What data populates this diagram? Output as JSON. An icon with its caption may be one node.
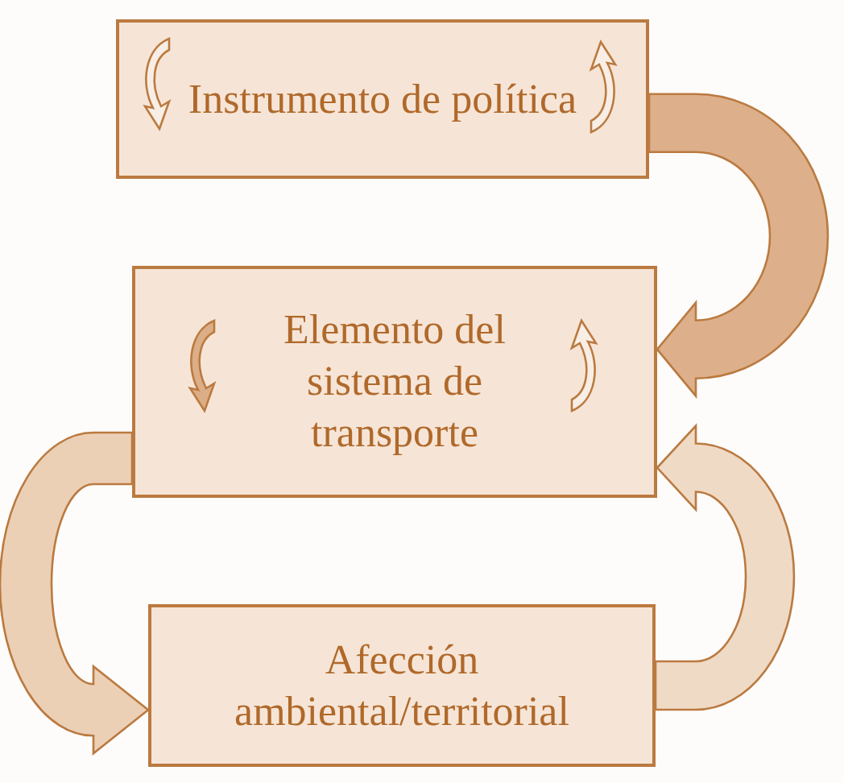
{
  "diagram": {
    "nodes": [
      {
        "text": [
          "Instrumento de política"
        ]
      },
      {
        "text": [
          "Elemento del sistema de transporte"
        ]
      },
      {
        "text": [
          "Afección ambiental/territorial"
        ]
      }
    ],
    "edges": [
      {
        "from": 0,
        "to": 1,
        "arrow": "to"
      },
      {
        "from": 1,
        "to": 2,
        "arrow": "to"
      },
      {
        "from": 2,
        "to": 1,
        "arrow": "to"
      }
    ]
  }
}
